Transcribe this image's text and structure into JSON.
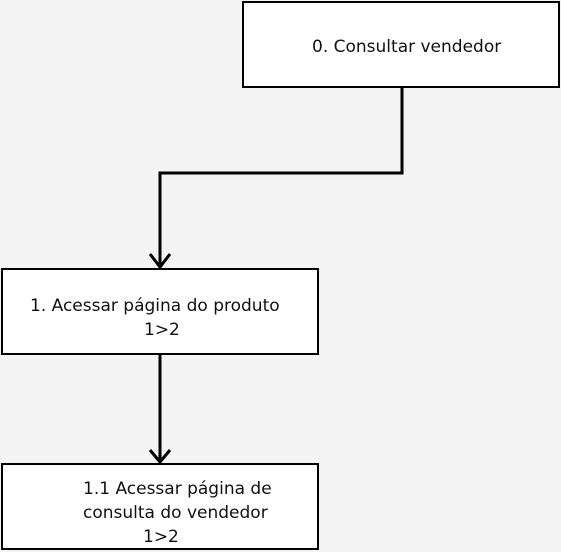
{
  "diagram": {
    "nodes": [
      {
        "id": "0",
        "lines": [
          "0. Consultar vendedor"
        ]
      },
      {
        "id": "1",
        "lines": [
          "1. Acessar página do produto",
          "1>2"
        ]
      },
      {
        "id": "1.1",
        "lines": [
          "1.1 Acessar página de",
          "consulta do vendedor",
          "1>2"
        ]
      }
    ],
    "edges": [
      {
        "from": "0",
        "to": "1"
      },
      {
        "from": "1",
        "to": "1.1"
      }
    ],
    "colors": {
      "background": "#f4f4f4",
      "node_fill": "#ffffff",
      "stroke": "#000000"
    }
  }
}
